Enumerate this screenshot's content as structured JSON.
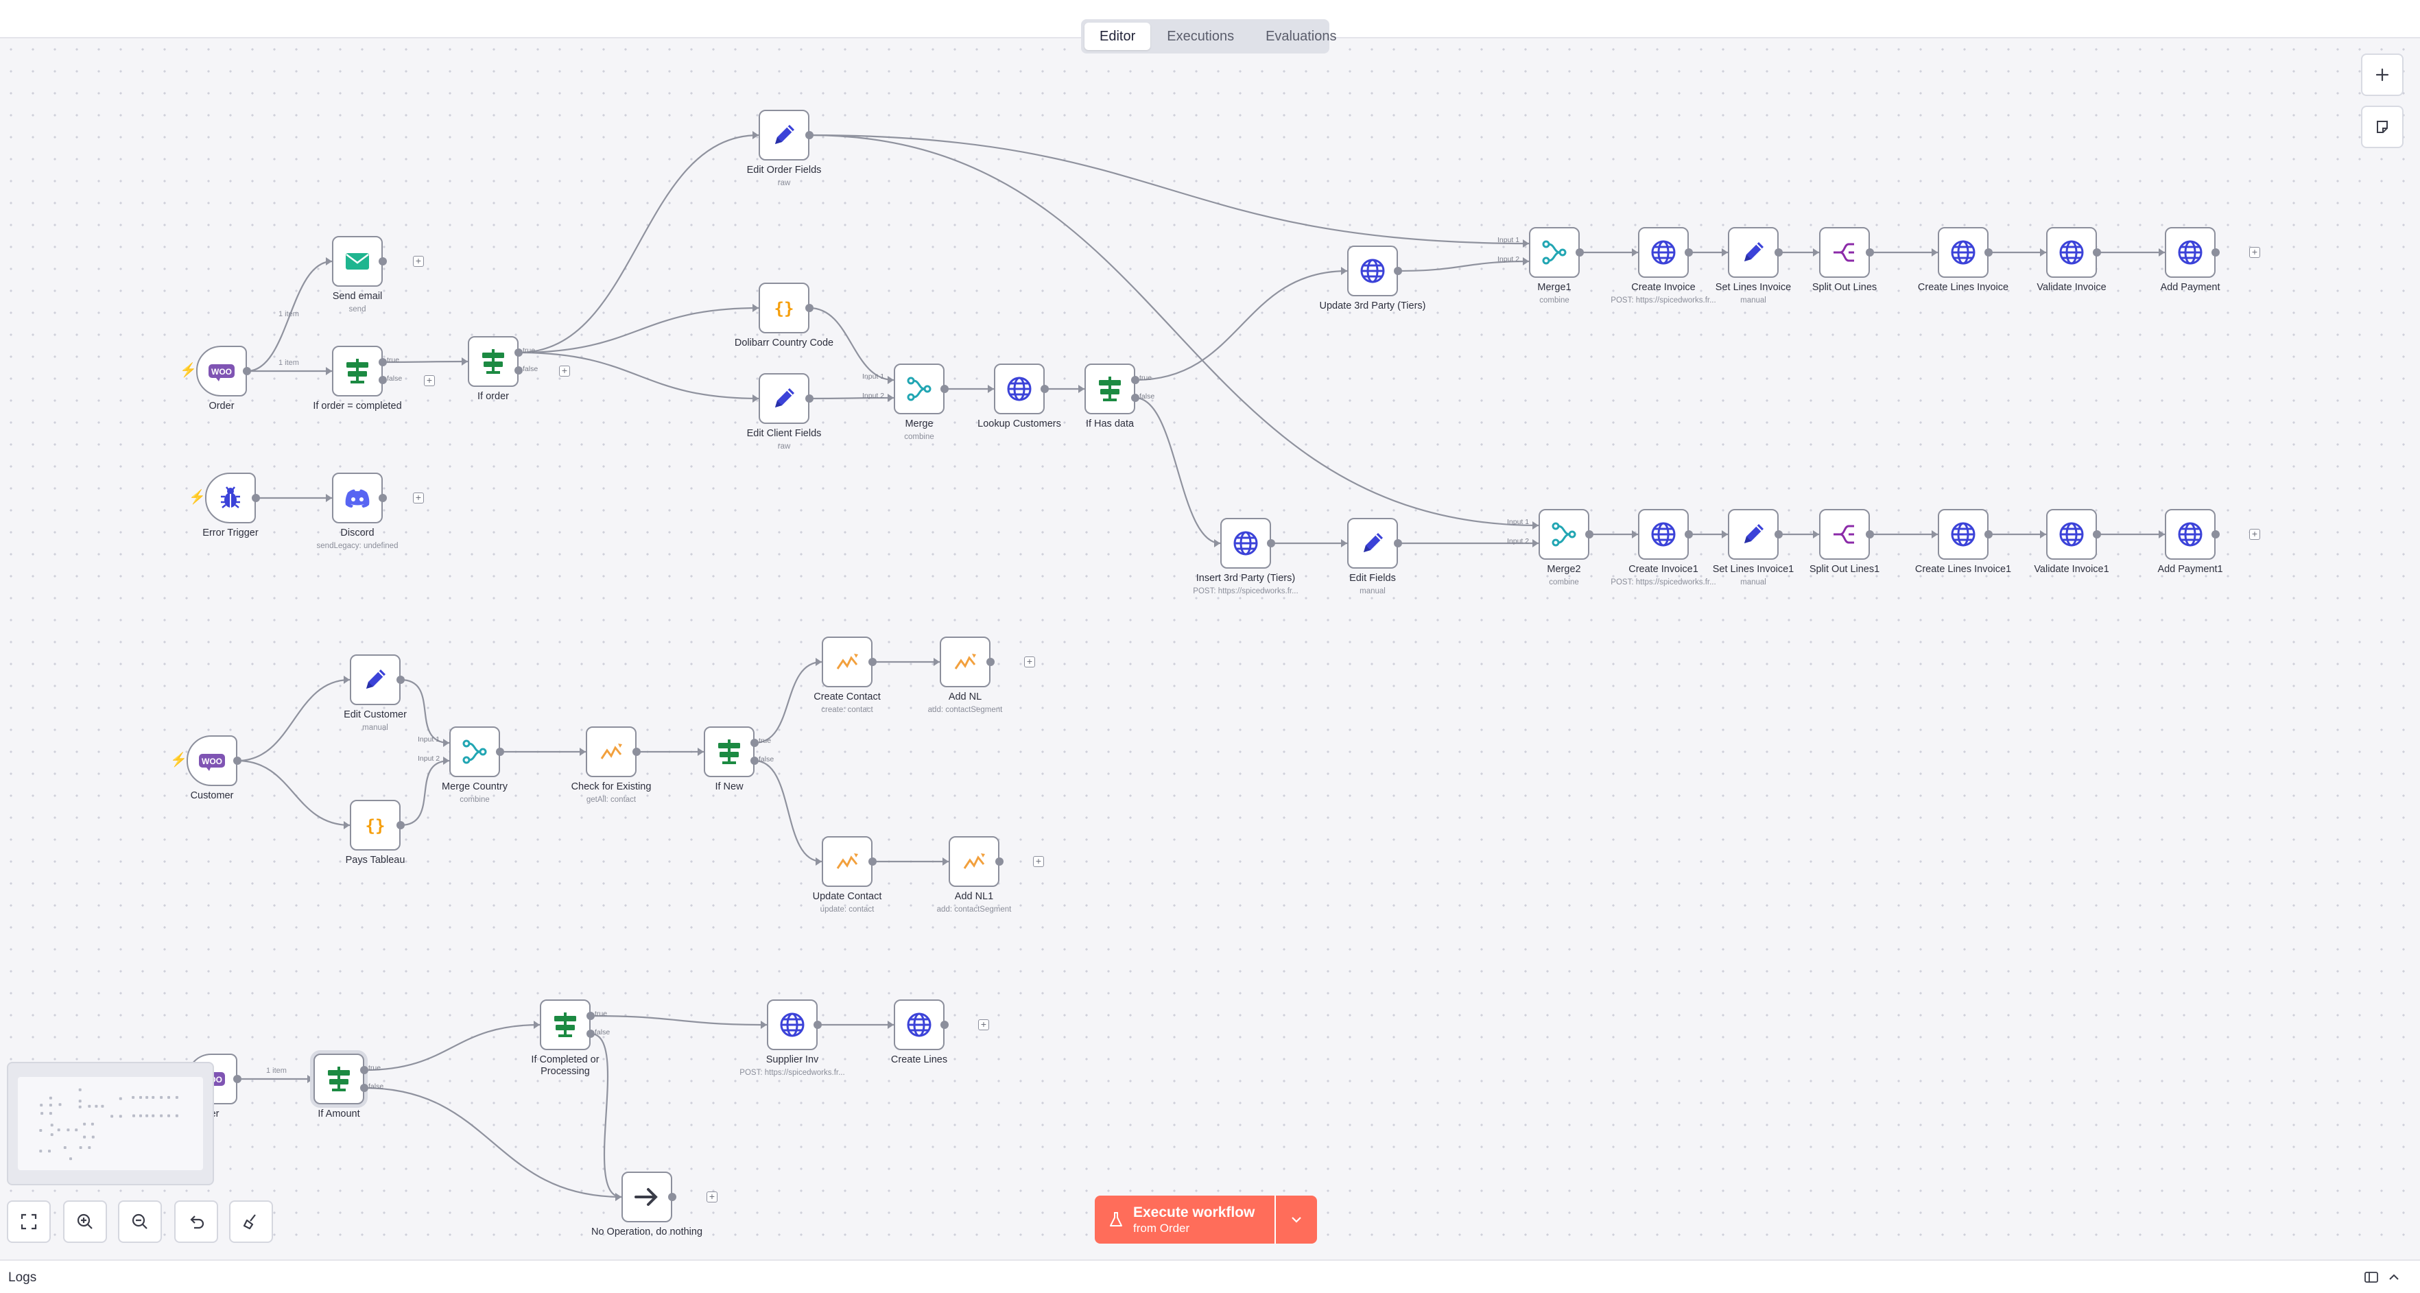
{
  "tabs": [
    "Editor",
    "Executions",
    "Evaluations"
  ],
  "active_tab": "Editor",
  "colors": {
    "accent": "#ff6d5a",
    "node_border": "#8c8f9c",
    "edge": "#8f929e",
    "canvas": "#f5f5f8",
    "set_blue": "#3b42d8",
    "if_green": "#1c8a42",
    "code_orange": "#f59e0b",
    "merge_teal": "#22a6b3",
    "split_purple": "#8b2aa8",
    "mautic_orange": "#f2a03d",
    "email_green": "#1fb58f",
    "discord_blue": "#5865f2",
    "woo_purple": "#7f54b3",
    "error_red": "#ff6d5a"
  },
  "nodes": [
    {
      "id": "order",
      "icon": "woo",
      "label": "Order",
      "sub": "",
      "trigger": true
    },
    {
      "id": "send_email",
      "icon": "email",
      "label": "Send email",
      "sub": "send"
    },
    {
      "id": "if_completed",
      "icon": "if",
      "label": "If order = completed",
      "sub": ""
    },
    {
      "id": "if_order",
      "icon": "if",
      "label": "If order",
      "sub": ""
    },
    {
      "id": "edit_order",
      "icon": "set",
      "label": "Edit Order Fields",
      "sub": "raw"
    },
    {
      "id": "dolibarr",
      "icon": "code",
      "label": "Dolibarr Country Code",
      "sub": ""
    },
    {
      "id": "edit_client",
      "icon": "set",
      "label": "Edit Client Fields",
      "sub": "raw"
    },
    {
      "id": "merge",
      "icon": "merge",
      "label": "Merge",
      "sub": "combine"
    },
    {
      "id": "lookup",
      "icon": "http",
      "label": "Lookup Customers",
      "sub": ""
    },
    {
      "id": "if_has",
      "icon": "if",
      "label": "If Has data",
      "sub": ""
    },
    {
      "id": "update3",
      "icon": "http",
      "label": "Update 3rd Party (Tiers)",
      "sub": ""
    },
    {
      "id": "insert3",
      "icon": "http",
      "label": "Insert 3rd Party (Tiers)",
      "sub": "POST: https://spicedworks.fr..."
    },
    {
      "id": "edit_fields",
      "icon": "set",
      "label": "Edit Fields",
      "sub": "manual"
    },
    {
      "id": "merge1",
      "icon": "merge",
      "label": "Merge1",
      "sub": "combine"
    },
    {
      "id": "create_inv",
      "icon": "http",
      "label": "Create Invoice",
      "sub": "POST: https://spicedworks.fr..."
    },
    {
      "id": "set_lines",
      "icon": "set",
      "label": "Set Lines Invoice",
      "sub": "manual"
    },
    {
      "id": "split",
      "icon": "split",
      "label": "Split Out Lines",
      "sub": ""
    },
    {
      "id": "create_lines",
      "icon": "http",
      "label": "Create Lines Invoice",
      "sub": ""
    },
    {
      "id": "validate",
      "icon": "http",
      "label": "Validate Invoice",
      "sub": ""
    },
    {
      "id": "add_pay",
      "icon": "http",
      "label": "Add Payment",
      "sub": ""
    },
    {
      "id": "merge2",
      "icon": "merge",
      "label": "Merge2",
      "sub": "combine"
    },
    {
      "id": "create_inv1",
      "icon": "http",
      "label": "Create Invoice1",
      "sub": "POST: https://spicedworks.fr..."
    },
    {
      "id": "set_lines1",
      "icon": "set",
      "label": "Set Lines Invoice1",
      "sub": "manual"
    },
    {
      "id": "split1",
      "icon": "split",
      "label": "Split Out Lines1",
      "sub": ""
    },
    {
      "id": "create_lines1",
      "icon": "http",
      "label": "Create Lines Invoice1",
      "sub": ""
    },
    {
      "id": "validate1",
      "icon": "http",
      "label": "Validate Invoice1",
      "sub": ""
    },
    {
      "id": "add_pay1",
      "icon": "http",
      "label": "Add Payment1",
      "sub": ""
    },
    {
      "id": "error_trigger",
      "icon": "bug",
      "label": "Error Trigger",
      "sub": "",
      "trigger": true
    },
    {
      "id": "discord",
      "icon": "discord",
      "label": "Discord",
      "sub": "sendLegacy: undefined"
    },
    {
      "id": "customer",
      "icon": "woo",
      "label": "Customer",
      "sub": "",
      "trigger": true
    },
    {
      "id": "edit_customer",
      "icon": "set",
      "label": "Edit Customer",
      "sub": "manual"
    },
    {
      "id": "pays",
      "icon": "code",
      "label": "Pays Tableau",
      "sub": ""
    },
    {
      "id": "merge_country",
      "icon": "merge",
      "label": "Merge Country",
      "sub": "combine"
    },
    {
      "id": "check_existing",
      "icon": "mautic",
      "label": "Check for Existing",
      "sub": "getAll: contact"
    },
    {
      "id": "if_new",
      "icon": "if",
      "label": "If New",
      "sub": ""
    },
    {
      "id": "create_contact",
      "icon": "mautic",
      "label": "Create Contact",
      "sub": "create: contact"
    },
    {
      "id": "add_nl",
      "icon": "mautic",
      "label": "Add NL",
      "sub": "add: contactSegment"
    },
    {
      "id": "update_contact",
      "icon": "mautic",
      "label": "Update Contact",
      "sub": "update: contact"
    },
    {
      "id": "add_nl1",
      "icon": "mautic",
      "label": "Add NL1",
      "sub": "add: contactSegment"
    },
    {
      "id": "trigger_b",
      "icon": "woo",
      "label": "ger",
      "sub": "",
      "trigger": true
    },
    {
      "id": "if_amount",
      "icon": "if",
      "label": "If Amount",
      "sub": ""
    },
    {
      "id": "if_cp",
      "icon": "if",
      "label": "If Completed or\nProcessing",
      "sub": ""
    },
    {
      "id": "supplier",
      "icon": "http",
      "label": "Supplier Inv",
      "sub": "POST: https://spicedworks.fr..."
    },
    {
      "id": "create_lines2",
      "icon": "http",
      "label": "Create Lines",
      "sub": ""
    },
    {
      "id": "noop",
      "icon": "noop",
      "label": "No Operation, do nothing",
      "sub": ""
    }
  ],
  "edge_labels": [
    "1 item",
    "1 item",
    "1 item"
  ],
  "handle_labels": {
    "true": "true",
    "false": "false",
    "input1": "Input 1",
    "input2": "Input 2"
  },
  "add_node_glyph": "+",
  "execute": {
    "title": "Execute workflow",
    "subtitle": "from Order"
  },
  "logs_label": "Logs"
}
